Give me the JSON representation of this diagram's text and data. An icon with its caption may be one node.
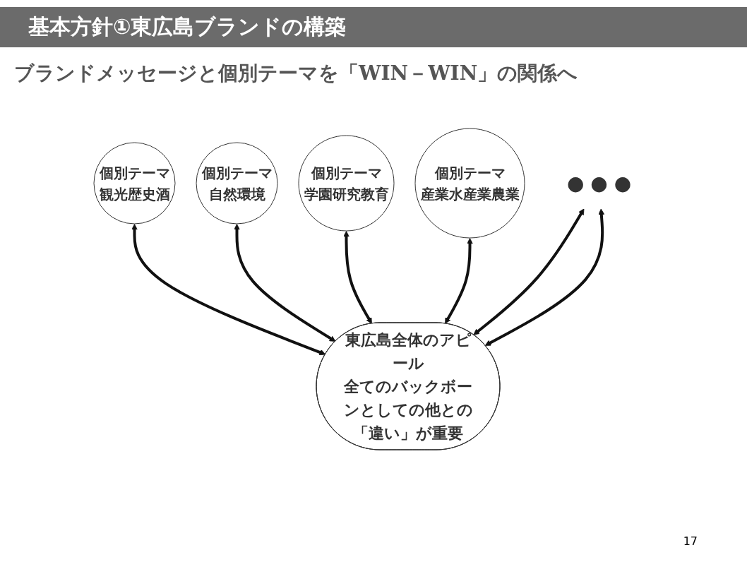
{
  "diagram": {
    "title": "基本方針①東広島ブランドの構築",
    "caption": "ブランドメッセージと個別テーマを「WIN－WIN」の関係へ",
    "nodes": [
      {
        "text": [
          "個別テーマ",
          "観光歴史酒"
        ]
      },
      {
        "text": [
          "個別テーマ",
          "自然環境"
        ]
      },
      {
        "text": [
          "個別テーマ",
          "学園研究教育"
        ]
      },
      {
        "text": [
          "個別テーマ",
          "産業水産業農業"
        ]
      },
      {
        "text": [
          "● ● ●"
        ]
      },
      {
        "text": [
          "東広島全体のアピール",
          "全てのバックボーンとしての他との「違い」が重要"
        ]
      }
    ],
    "edges": [
      {
        "from": 0,
        "to": 5,
        "arrow": "both"
      },
      {
        "from": 1,
        "to": 5,
        "arrow": "both"
      },
      {
        "from": 2,
        "to": 5,
        "arrow": "both"
      },
      {
        "from": 3,
        "to": 5,
        "arrow": "both"
      },
      {
        "from": 4,
        "to": 5,
        "arrow": "both"
      },
      {
        "from": 4,
        "to": 5,
        "arrow": "both"
      }
    ],
    "labels": [
      "17"
    ]
  }
}
